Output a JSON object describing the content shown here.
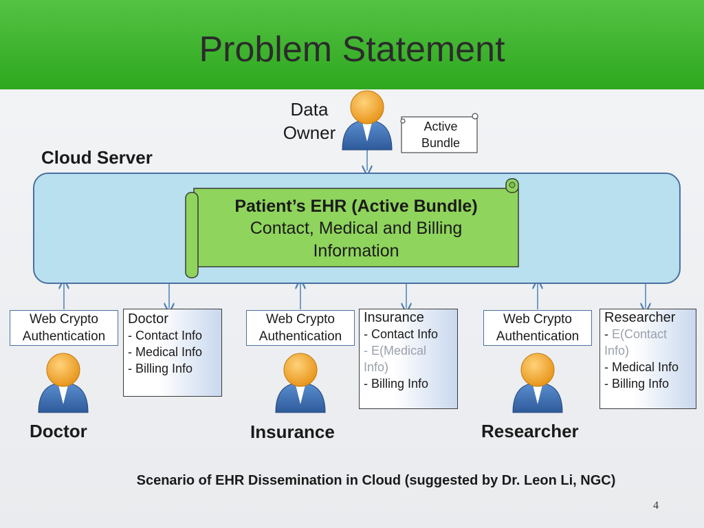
{
  "title": "Problem Statement",
  "data_owner": {
    "line1": "Data",
    "line2": "Owner"
  },
  "active_bundle": {
    "line1": "Active",
    "line2": "Bundle"
  },
  "cloud_server_label": "Cloud Server",
  "ehr": {
    "title": "Patient’s EHR (Active Bundle)",
    "line1": "Contact, Medical and Billing",
    "line2": "Information"
  },
  "auth": {
    "line1": "Web Crypto",
    "line2": "Authentication"
  },
  "doctor": {
    "role": "Doctor",
    "head": "Doctor",
    "items": [
      "- Contact Info",
      "- Medical Info",
      "- Billing Info"
    ]
  },
  "insurance": {
    "role": "Insurance",
    "head": "Insurance",
    "items": [
      "- Contact Info",
      "- E(Medical",
      "Info)",
      "- Billing Info"
    ]
  },
  "researcher": {
    "role": "Researcher",
    "head": "Researcher",
    "items": [
      "- ",
      "E(Contact",
      "Info)",
      "- Medical Info",
      "- Billing Info"
    ]
  },
  "caption": "Scenario of EHR Dissemination in Cloud (suggested by Dr. Leon Li, NGC)",
  "page_number": "4",
  "colors": {
    "banner": "#3cb52c",
    "cloud": "#b8e0ee",
    "scroll": "#8fd45c",
    "person": "#3d6fb0",
    "head": "#f0a830",
    "arrow": "#4a7fb8"
  }
}
